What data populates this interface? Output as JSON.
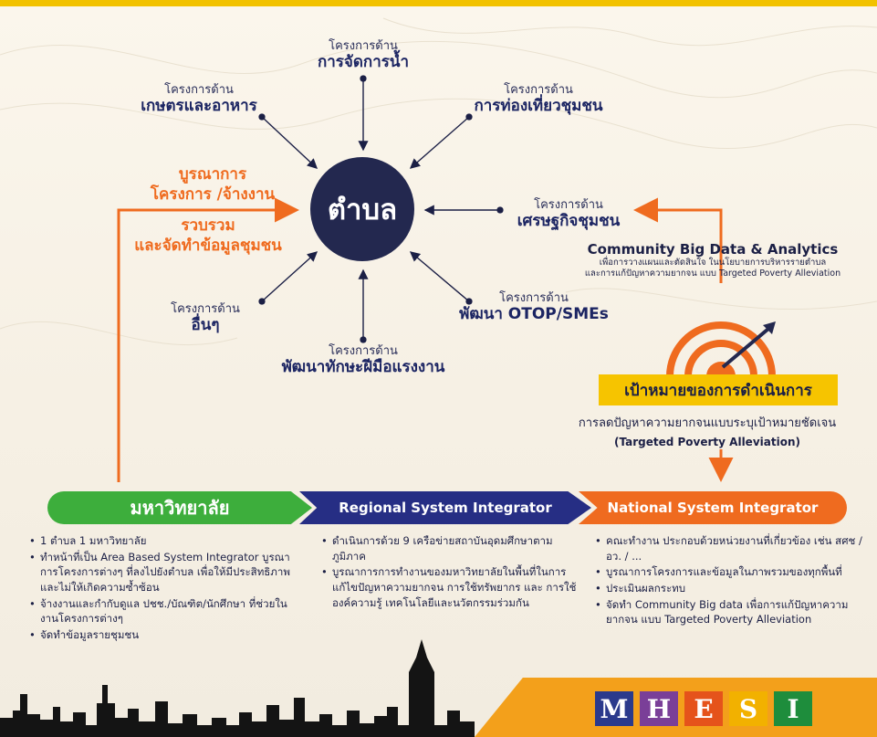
{
  "hub": "ตำบล",
  "projects": [
    {
      "pre": "โครงการด้าน",
      "name": "การจัดการน้ำ"
    },
    {
      "pre": "โครงการด้าน",
      "name": "เกษตรและอาหาร"
    },
    {
      "pre": "โครงการด้าน",
      "name": "การท่องเที่ยวชุมชน"
    },
    {
      "pre": "โครงการด้าน",
      "name": "เศรษฐกิจชุมชน"
    },
    {
      "pre": "โครงการด้าน",
      "name": "อื่นๆ"
    },
    {
      "pre": "โครงการด้าน",
      "name": "พัฒนา OTOP/SMEs"
    },
    {
      "pre": "โครงการด้าน",
      "name": "พัฒนาทักษะฝีมือแรงงาน"
    }
  ],
  "left_flow": {
    "line1": "บูรณาการ",
    "line2": "โครงการ /จ้างงาน",
    "line3": "รวบรวม",
    "line4": "และจัดทำข้อมูลชุมชน"
  },
  "cbd": {
    "title": "Community Big Data & Analytics",
    "sub1": "เพื่อการวางแผนและตัดสินใจ ในนโยบายการบริหารรายตำบล",
    "sub2": "และการแก้ปัญหาความยากจน แบบ Targeted Poverty Alleviation"
  },
  "goal": {
    "title": "เป้าหมายของการดำเนินการ",
    "sub1": "การลดปัญหาความยากจนแบบระบุเป้าหมายชัดเจน",
    "sub2": "(Targeted Poverty Alleviation)"
  },
  "banners": {
    "university": "มหาวิทยาลัย",
    "regional": "Regional System Integrator",
    "national": "National System Integrator"
  },
  "university_items": [
    "1 ตำบล 1 มหาวิทยาลัย",
    "ทำหน้าที่เป็น Area Based System Integrator บูรณาการโครงการต่างๆ ที่ลงไปยังตำบล เพื่อให้มีประสิทธิภาพ และไม่ให้เกิดความซ้ำซ้อน",
    "จ้างงานและกำกับดูแล ปชช./บัณฑิต/นักศึกษา ที่ช่วยในงานโครงการต่างๆ",
    "จัดทำข้อมูลรายชุมชน"
  ],
  "regional_items": [
    "ดำเนินการด้วย 9 เครือข่ายสถาบันอุดมศึกษาตามภูมิภาค",
    "บูรณาการการทำงานของมหาวิทยาลัยในพื้นที่ในการ แก้ไขปัญหาความยากจน การใช้ทรัพยากร และ การใช้องค์ความรู้ เทคโนโลยีและนวัตกรรมร่วมกัน"
  ],
  "national_items": [
    "คณะทำงาน ประกอบด้วยหน่วยงานที่เกี่ยวข้อง เช่น สศช / อว. / ...",
    "บูรณาการโครงการและข้อมูลในภาพรวมของทุกพื้นที่",
    "ประเมินผลกระทบ",
    "จัดทำ Community Big data เพื่อการแก้ปัญหาความยากจน แบบ Targeted Poverty Alleviation"
  ],
  "logo_letters": [
    {
      "letter": "M",
      "color": "#2b3a8c"
    },
    {
      "letter": "H",
      "color": "#7a3f98"
    },
    {
      "letter": "E",
      "color": "#e5531b"
    },
    {
      "letter": "S",
      "color": "#f2b100"
    },
    {
      "letter": "I",
      "color": "#1e8d3c"
    }
  ],
  "colors": {
    "hub": "#23284f",
    "orange": "#ef6b1f",
    "green": "#3dae3c",
    "navy": "#262e84",
    "yellow": "#f6c400"
  }
}
